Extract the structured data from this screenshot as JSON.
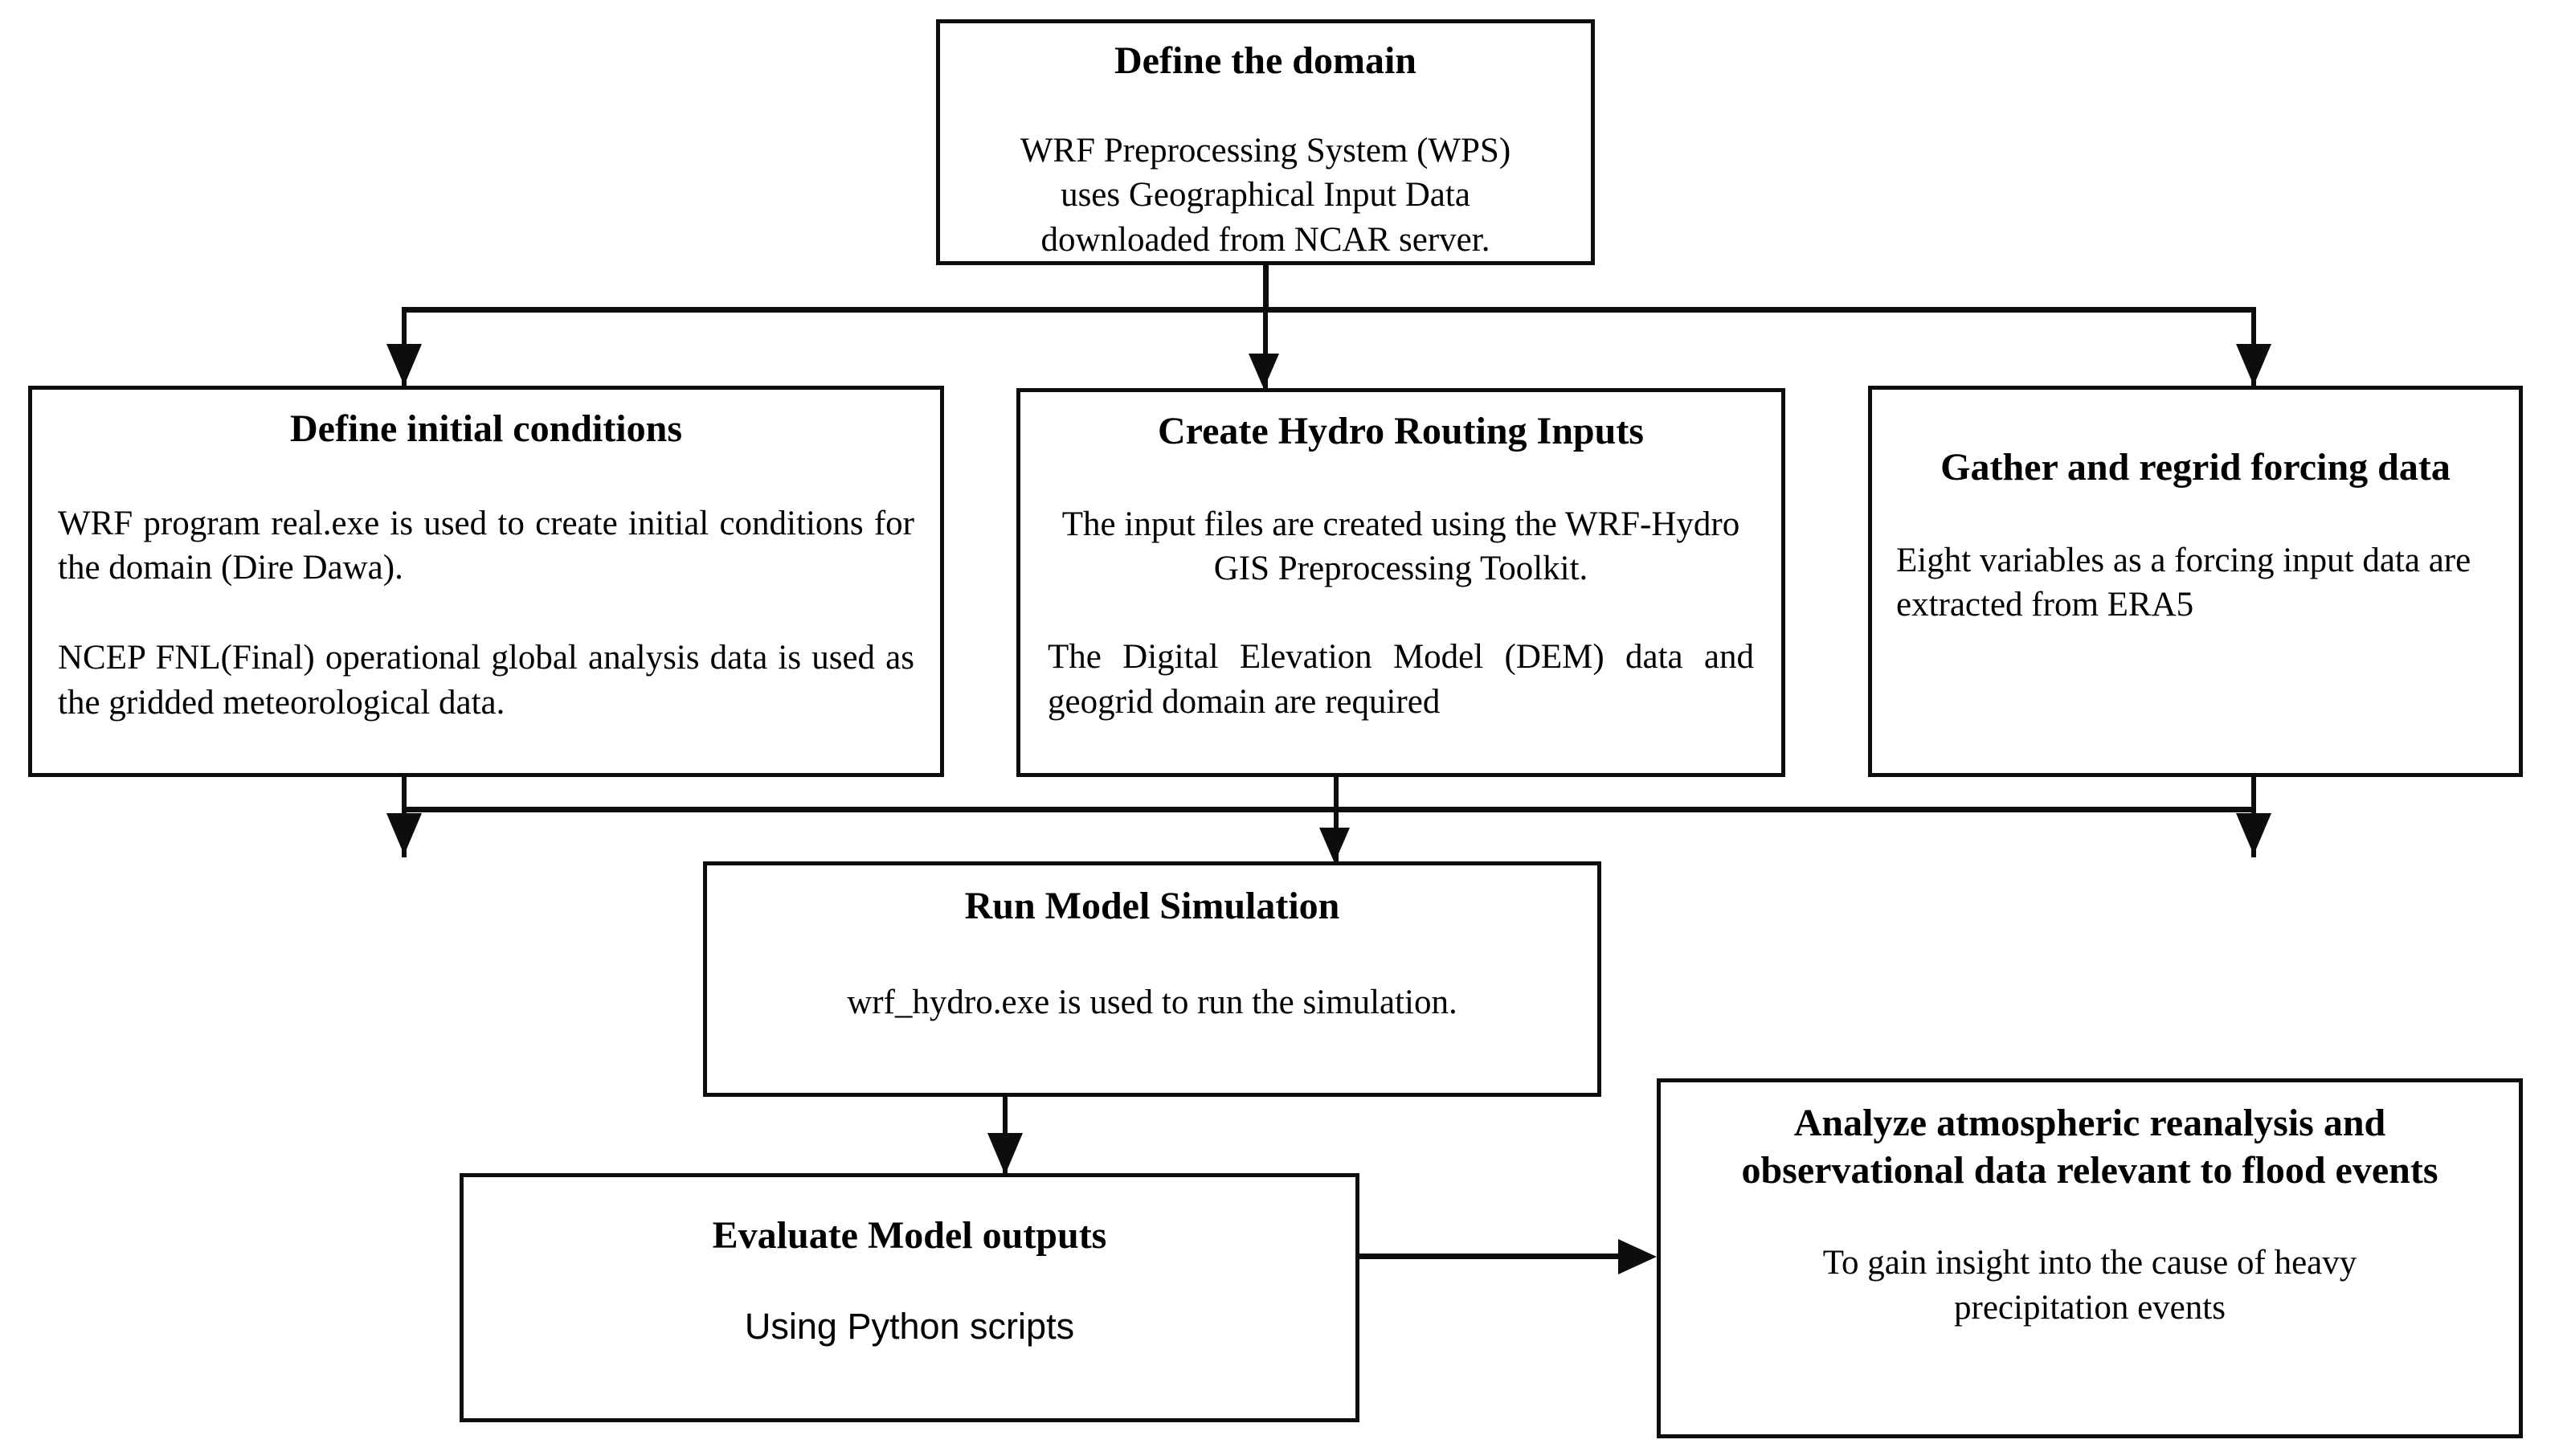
{
  "diagram": {
    "title": "WRF-Hydro flood modeling workflow",
    "type": "flowchart",
    "background_color": "#ffffff",
    "line_color": "#0d0d0d",
    "text_color": "#000000"
  },
  "nodes": {
    "define_domain": {
      "title": "Define the domain",
      "body": "WRF Preprocessing System (WPS) uses Geographical Input Data downloaded from NCAR server."
    },
    "initial_conditions": {
      "title": "Define initial conditions",
      "body1": "WRF program real.exe is used to create initial conditions for the domain (Dire Dawa).",
      "body2": "NCEP FNL(Final) operational global analysis data is used as the gridded meteorological data."
    },
    "hydro_routing": {
      "title": "Create Hydro Routing Inputs",
      "body1": "The input files are created using the WRF-Hydro GIS Preprocessing Toolkit.",
      "body2": "The Digital Elevation Model (DEM) data and geogrid domain are required"
    },
    "forcing_data": {
      "title": "Gather and regrid forcing data",
      "body": "Eight variables as a forcing input data are extracted from ERA5"
    },
    "run_simulation": {
      "title": "Run Model Simulation",
      "body": "wrf_hydro.exe is used to run the simulation."
    },
    "evaluate_outputs": {
      "title": "Evaluate Model outputs",
      "body": "Using Python scripts"
    },
    "analyze_reanalysis": {
      "title": "Analyze atmospheric reanalysis and observational data relevant to flood events",
      "body": "To gain insight into the cause of heavy precipitation events"
    }
  },
  "edges": [
    {
      "name": "domain-to-initial-conditions",
      "from": "define_domain",
      "to": "initial_conditions",
      "style": "elbow-down"
    },
    {
      "name": "domain-to-hydro-routing",
      "from": "define_domain",
      "to": "hydro_routing",
      "style": "straight-down"
    },
    {
      "name": "domain-to-forcing-data",
      "from": "define_domain",
      "to": "forcing_data",
      "style": "elbow-down"
    },
    {
      "name": "initial-conditions-to-run-simulation",
      "from": "initial_conditions",
      "to": "run_simulation",
      "style": "elbow-merge"
    },
    {
      "name": "hydro-routing-to-run-simulation",
      "from": "hydro_routing",
      "to": "run_simulation",
      "style": "straight-down"
    },
    {
      "name": "forcing-data-to-run-simulation",
      "from": "forcing_data",
      "to": "run_simulation",
      "style": "elbow-merge"
    },
    {
      "name": "run-simulation-to-evaluate-outputs",
      "from": "run_simulation",
      "to": "evaluate_outputs",
      "style": "straight-down"
    },
    {
      "name": "evaluate-outputs-to-analyze-reanalysis",
      "from": "evaluate_outputs",
      "to": "analyze_reanalysis",
      "style": "straight-right"
    }
  ]
}
